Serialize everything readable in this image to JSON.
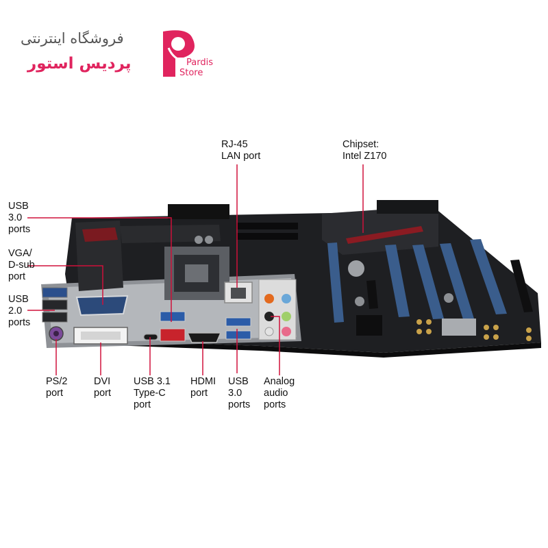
{
  "header": {
    "store_name_line1": "فروشگاه اینترنتی",
    "store_name_line2": "پردیس استور",
    "logo_text_1": "Pardis",
    "logo_text_2": "Store",
    "brand_color": "#e0245e"
  },
  "callouts": {
    "rj45": "RJ-45\nLAN port",
    "chipset": "Chipset:\nIntel Z170",
    "usb30_top": "USB\n3.0\nports",
    "vga": "VGA/\nD-sub\nport",
    "usb20": "USB\n2.0\nports",
    "ps2": "PS/2\nport",
    "dvi": "DVI\nport",
    "usb31": "USB 3.1\nType-C\nport",
    "hdmi": "HDMI\nport",
    "usb30_bottom": "USB\n3.0\nports",
    "audio": "Analog\naudio\nports"
  },
  "leader_color": "#d0103a"
}
